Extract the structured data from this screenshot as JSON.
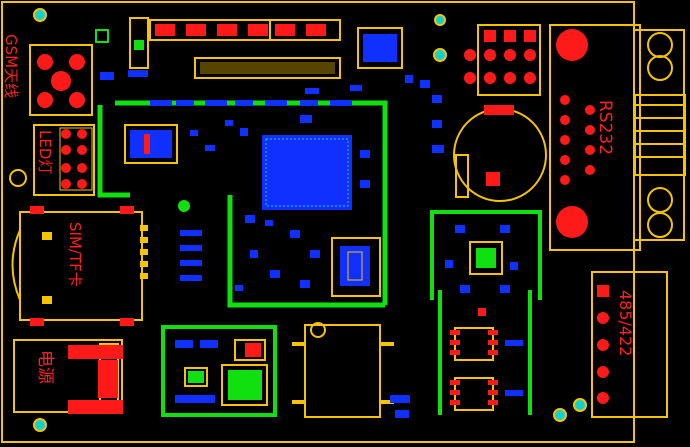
{
  "colors": {
    "background": "#000000",
    "outline": "#f5c400",
    "pad": "#ff1a1a",
    "copper_blue": "#1030ff",
    "copper_green": "#10e010",
    "cyan": "#10d0d0",
    "label": "#ff2020"
  },
  "labels": {
    "gsm_antenna": "GSM天线",
    "led": "LED灯",
    "sim_tf": "SIM/TF卡",
    "power": "电源",
    "rs232": "RS232",
    "rs485_422": "485/422"
  }
}
